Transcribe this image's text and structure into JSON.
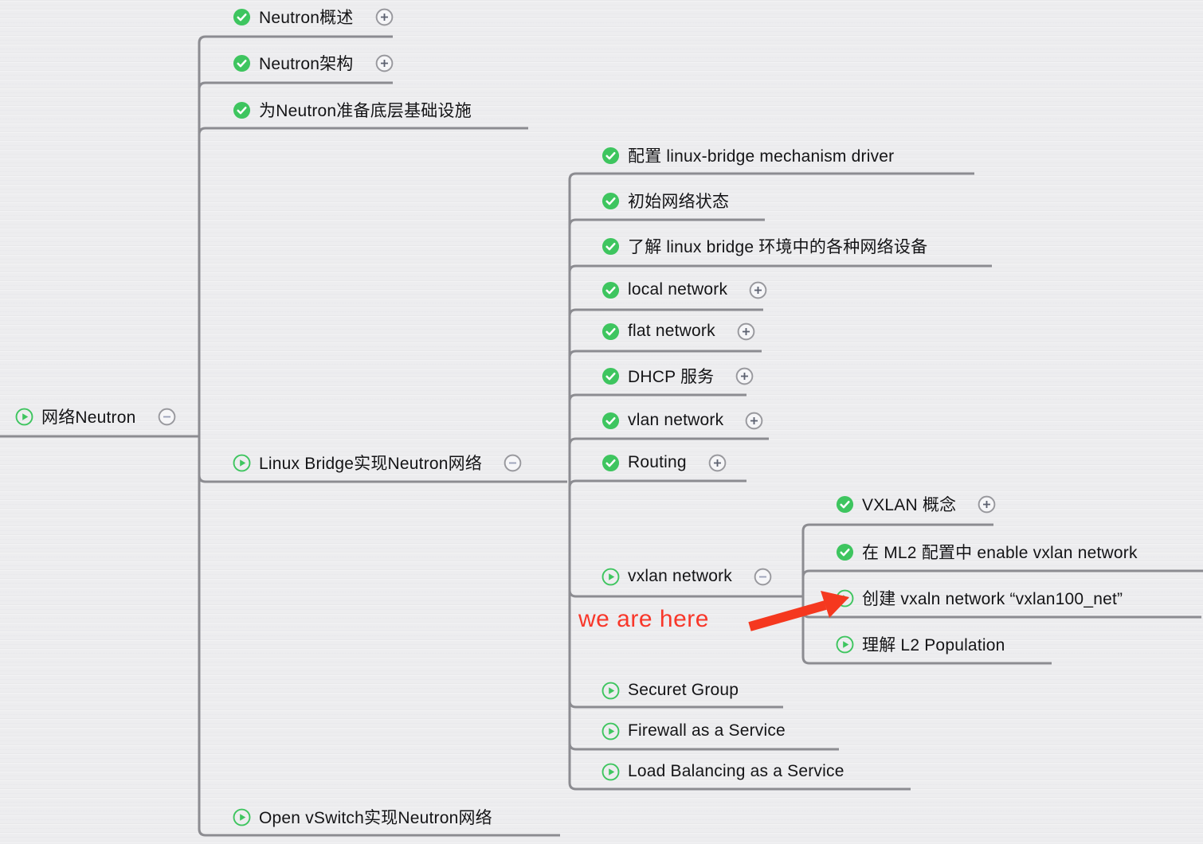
{
  "colors": {
    "background": "#ededef",
    "branch_line": "#8c8c91",
    "topic_text": "#141416",
    "marker_green": "#3ec55f",
    "annotation_red": "#f8372a"
  },
  "annotation": {
    "label": "we are here"
  },
  "mindmap": {
    "root": {
      "label": "网络Neutron",
      "children": [
        {
          "label": "Neutron概述"
        },
        {
          "label": "Neutron架构"
        },
        {
          "label": "为Neutron准备底层基础设施"
        },
        {
          "label": "Linux Bridge实现Neutron网络",
          "children": [
            {
              "label": "配置 linux-bridge mechanism driver"
            },
            {
              "label": "初始网络状态"
            },
            {
              "label": "了解 linux bridge 环境中的各种网络设备"
            },
            {
              "label": "local network"
            },
            {
              "label": "flat network"
            },
            {
              "label": "DHCP 服务"
            },
            {
              "label": "vlan network"
            },
            {
              "label": "Routing"
            },
            {
              "label": "vxlan network",
              "children": [
                {
                  "label": "VXLAN 概念"
                },
                {
                  "label": "在 ML2 配置中 enable vxlan network"
                },
                {
                  "label": "创建 vxaln network “vxlan100_net”"
                },
                {
                  "label": "理解 L2 Population"
                }
              ]
            },
            {
              "label": "Securet Group"
            },
            {
              "label": "Firewall as a Service"
            },
            {
              "label": "Load Balancing as a Service"
            }
          ]
        },
        {
          "label": "Open vSwitch实现Neutron网络"
        }
      ]
    }
  }
}
